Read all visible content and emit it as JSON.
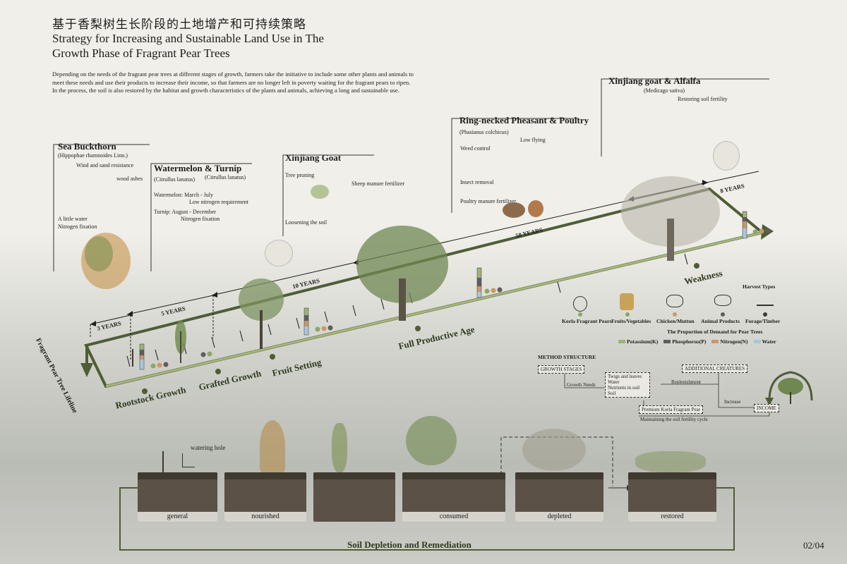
{
  "title": {
    "cn": "基于香梨树生长阶段的土地增产和可持续策略",
    "en_line1": "Strategy for Increasing and Sustainable Land Use in The",
    "en_line2": "Growth Phase of Fragrant Pear Trees"
  },
  "intro": {
    "p1": "Depending on the needs of the fragrant pear trees at different stages of growth, farmers take the initiative to include some other plants and animals to meet these needs and use their products to increase their income, so that farmers are no longer left in poverty waiting for the fragrant pears to ripen.",
    "p2": "In the process, the soil is also restored by the habitat and growth characteristics of the plants and animals, achieving a long and sustainable use."
  },
  "sections": {
    "sea_buckthorn": {
      "title": "Sea Buckthorn",
      "latin": "(Hippophae rhamnoides Linn.)",
      "wind": "Wind and sand resistance",
      "ashes": "wood ashes",
      "water": "A little water",
      "nitrogen": "Nitrogen fixation"
    },
    "watermelon": {
      "title": "Watermelon & Turnip",
      "latin1": "(Citrullus lanatus)",
      "latin2": "(Citrullus lanatus)",
      "wm_line1": "Watermelon: March - July",
      "wm_line2": "Low nitrogen requirement",
      "tn_line1": "Turnip: August - December",
      "tn_line2": "Nitrogen fixation"
    },
    "goat": {
      "title": "Xinjiang Goat",
      "pruning": "Tree pruning",
      "manure": "Sheep manure fertilizer",
      "loosening": "Loosening the soil"
    },
    "pheasant": {
      "title": "Ring-necked Pheasant & Poultry",
      "latin": "(Phasianus colchicus)",
      "weed": "Weed control",
      "flying": "Low flying",
      "insect": "Insect removal",
      "manure": "Poultry manure fertilizer"
    },
    "alfalfa": {
      "title": "Xinjiang goat & Alfalfa",
      "latin": "(Medicago sativa)",
      "restoring": "Restoring soil fertility"
    }
  },
  "lifeline": {
    "axis_label": "Fragrant Pear Tree Lifeline",
    "years": [
      "3 YEARS",
      "5 YEARS",
      "10 YEARS",
      "50 YEARS",
      "8 YEARS"
    ],
    "stages": [
      "Rootstock Growth",
      "Grafted Growth",
      "Fruit Setting",
      "Full Productive Age",
      "Weakness"
    ]
  },
  "harvest": {
    "title": "Harvest Types",
    "items": [
      "Korla Fragrant Pears",
      "Fruits/Vegetables",
      "Chicken/Mutton",
      "Animal Products",
      "Forage/Timber"
    ]
  },
  "proportion": {
    "title": "The Proportion of Demand for Pear Trees",
    "items": [
      "Potassium(K)",
      "Phosphorus(P)",
      "Nitrogen(N)",
      "Water"
    ]
  },
  "method": {
    "title": "METHOD STRUCTURE",
    "growth_stages": "GROWTH STAGES",
    "growth_needs": "Growth Needs",
    "needs_list": [
      "Twigs and leaves",
      "Water",
      "Nutrients in soil",
      "Soil"
    ],
    "additional": "ADDITIONAL CREATURES",
    "replenishment": "Replenishment",
    "increase": "Increase",
    "income": "INCOME",
    "premium": "Premium Korla Fragrant Pear",
    "cycle": "Maintaining the soil fertility cycle"
  },
  "soil": {
    "watering": "watering hole",
    "states": [
      "general",
      "nourished",
      "consumed",
      "depleted",
      "restored"
    ],
    "title": "Soil Depletion and Remediation"
  },
  "page": "02/04",
  "colors": {
    "potassium": "#9fb27a",
    "phosphorus": "#5e5e5e",
    "nitrogen": "#c9986a",
    "water": "#a9c7db",
    "line": "#4f5d36"
  }
}
